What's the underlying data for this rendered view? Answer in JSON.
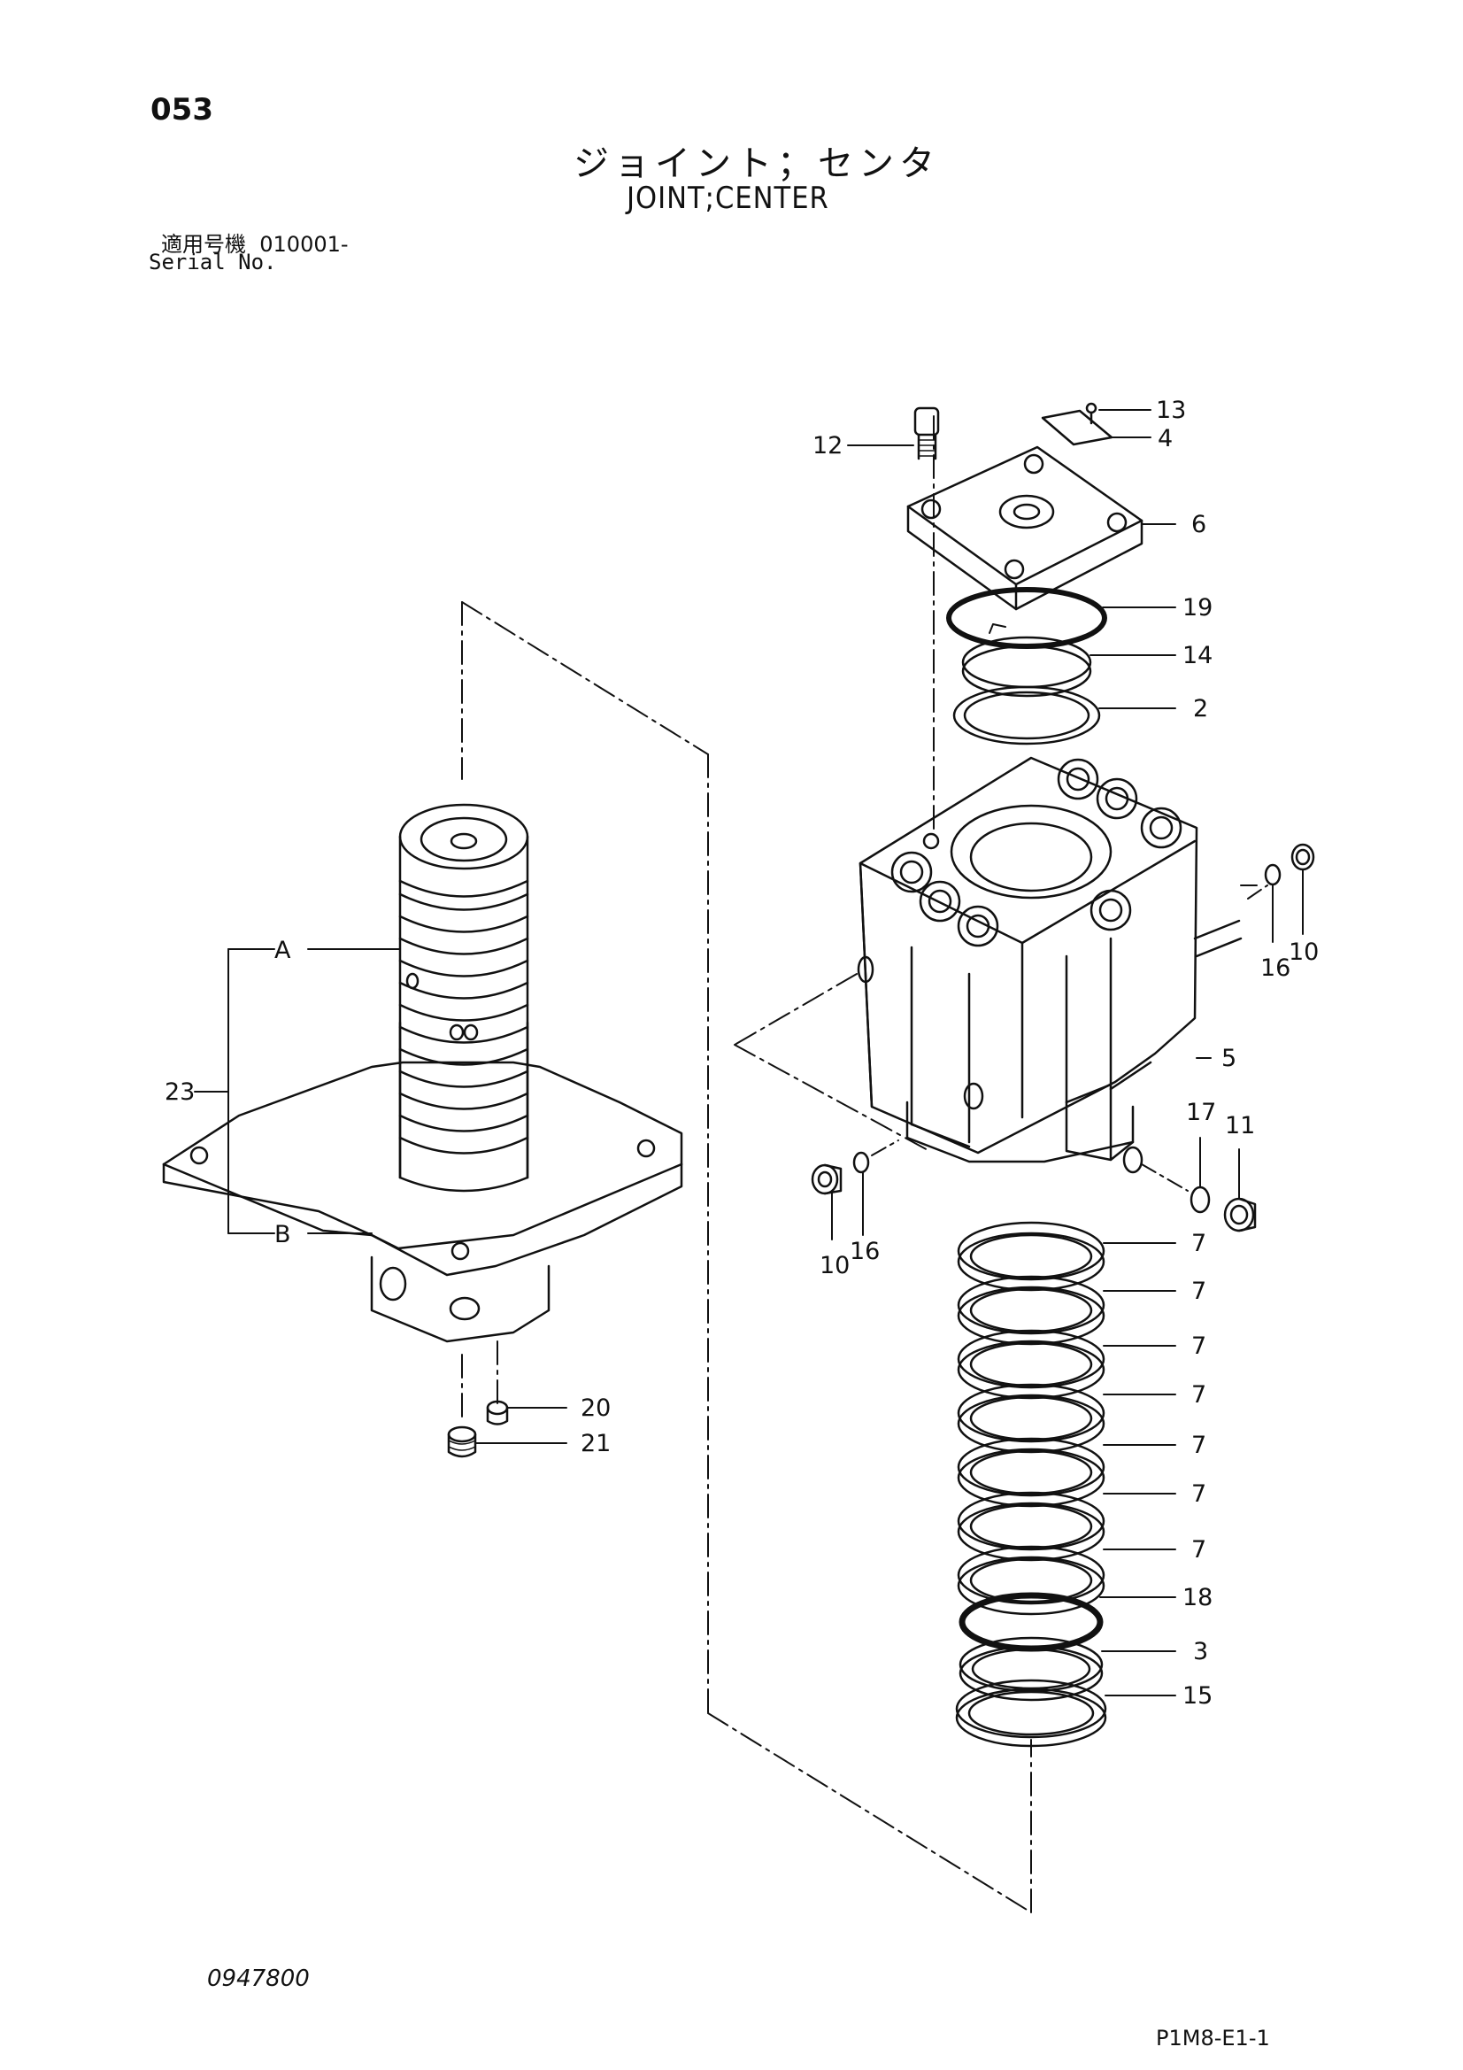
{
  "header": {
    "page_number": "053",
    "title_jp": "ジョイント；センタ",
    "title_en": "JOINT;CENTER",
    "serial_label_jp": "適用号機  010001-",
    "serial_label_en": "Serial No."
  },
  "footer": {
    "drawing_number": "0947800",
    "sheet_code": "P1M8-E1-1"
  },
  "callouts": {
    "c13": "13",
    "c4": "4",
    "c12": "12",
    "c6": "6",
    "c19": "19",
    "c14": "14",
    "c2": "2",
    "c16a": "16",
    "c10a": "10",
    "c5": "5",
    "c17": "17",
    "c11": "11",
    "c10b": "10",
    "c16b": "16",
    "c7a": "7",
    "c7b": "7",
    "c7c": "7",
    "c7d": "7",
    "c7e": "7",
    "c7f": "7",
    "c7g": "7",
    "c18": "18",
    "c3": "3",
    "c15": "15",
    "cA": "A",
    "cB": "B",
    "c23": "23",
    "c20": "20",
    "c21": "21"
  }
}
